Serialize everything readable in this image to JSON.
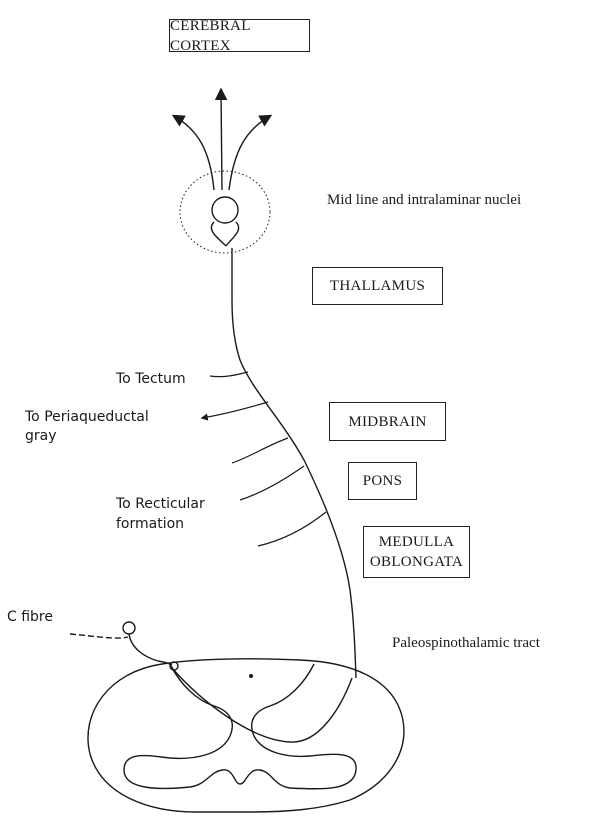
{
  "boxes": {
    "cerebral_cortex": "CEREBRAL CORTEX",
    "thalamus": "THALLAMUS",
    "midbrain": "MIDBRAIN",
    "pons": "PONS",
    "medulla_line1": "MEDULLA",
    "medulla_line2": "OBLONGATA"
  },
  "labels": {
    "midline_nuclei": "Mid line and intralaminar nuclei",
    "to_tectum": "To Tectum",
    "to_periaqueductal_line1": "To Periaqueductal",
    "to_periaqueductal_line2": "gray",
    "to_reticular_line1": "To Recticular",
    "to_reticular_line2": "formation",
    "c_fibre": "C fibre",
    "tract": "Paleospinothalamic tract"
  },
  "colors": {
    "ink": "#1a1a1a"
  }
}
